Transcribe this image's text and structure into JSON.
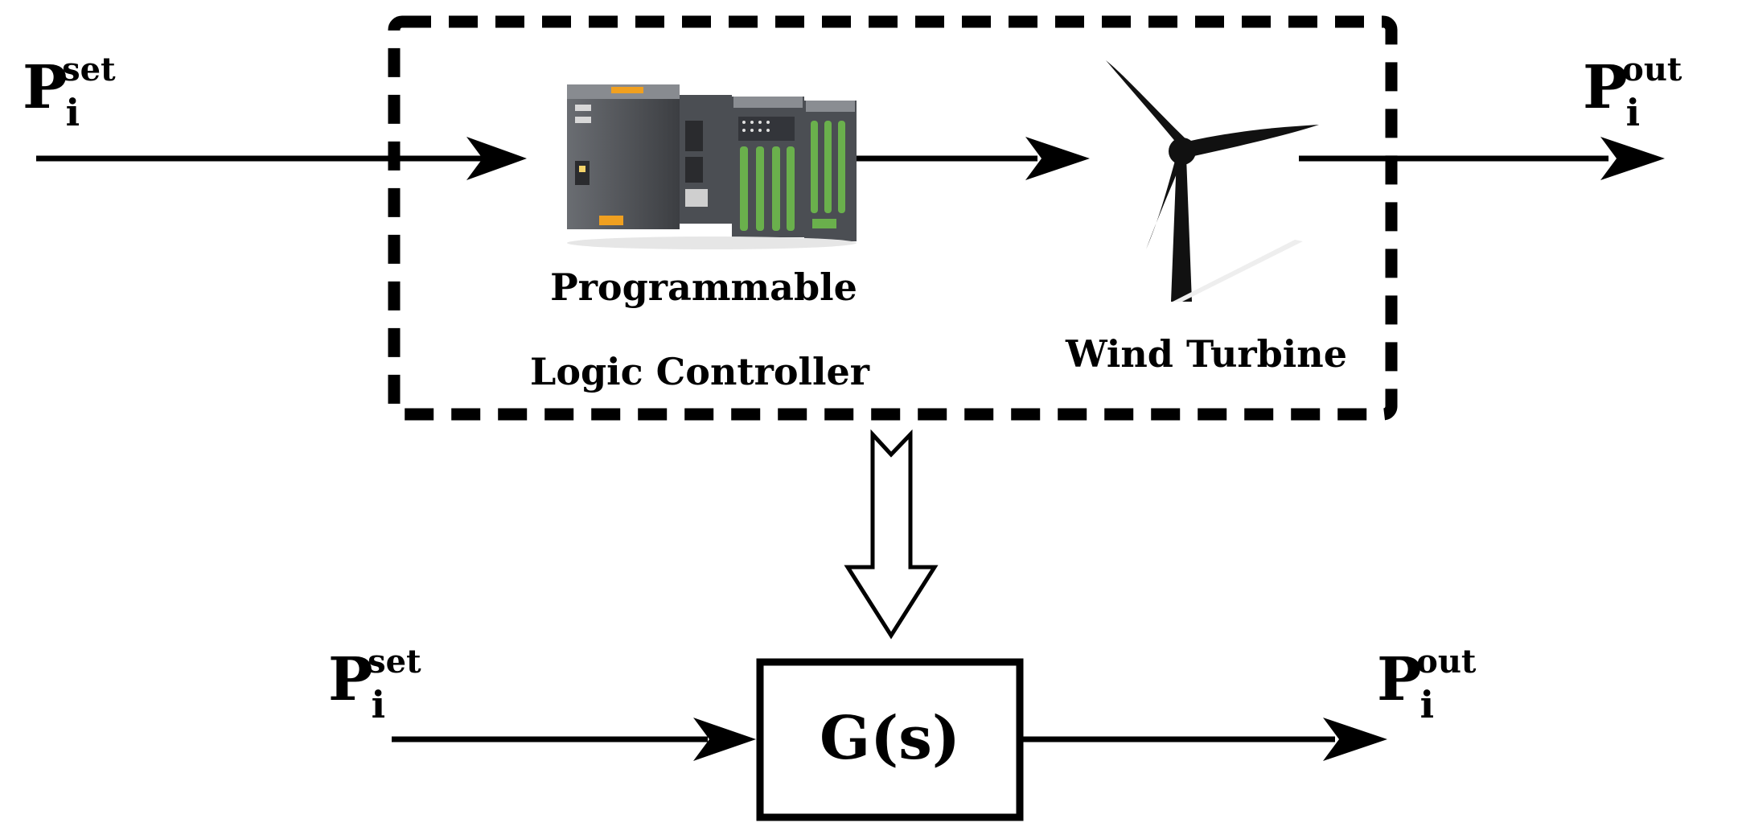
{
  "top": {
    "input": {
      "base": "P",
      "sub": "i",
      "sup": "set"
    },
    "output": {
      "base": "P",
      "sub": "i",
      "sup": "out"
    },
    "plc_label_line1": "Programmable",
    "plc_label_line2": "Logic Controller",
    "turbine_label": "Wind Turbine"
  },
  "bottom": {
    "input": {
      "base": "P",
      "sub": "i",
      "sup": "set"
    },
    "output": {
      "base": "P",
      "sub": "i",
      "sup": "out"
    },
    "block_label": "G(s)"
  },
  "colors": {
    "stroke": "#000000",
    "plc_body": "#55585d",
    "plc_terminal": "#6ab04c",
    "plc_accent": "#f0a020"
  }
}
